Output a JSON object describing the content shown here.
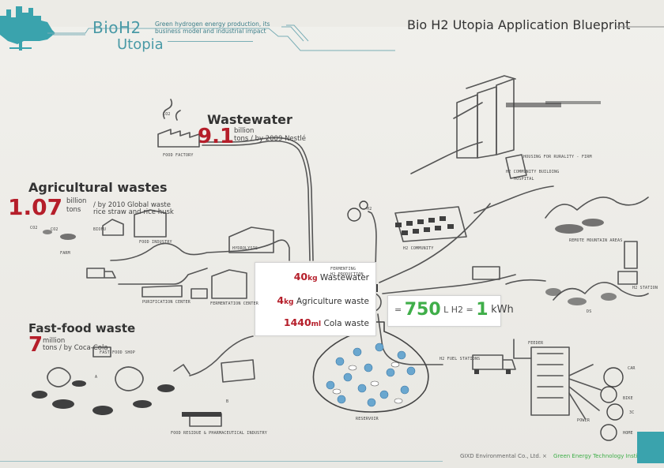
{
  "header": {
    "brand_main": "BioH2",
    "brand_tagline": "Green hydrogen energy production, its business model and industrial impact",
    "brand_utopia": "Utopia",
    "blueprint_title": "Bio H2 Utopia Application Blueprint"
  },
  "colors": {
    "accent_teal": "#3aa3ad",
    "number_red": "#b51e2a",
    "number_green": "#3fae49"
  },
  "stats": {
    "wastewater": {
      "title": "Wastewater",
      "number": "9.1",
      "unit_line1": "billion",
      "unit_line2": "tons / by 2009 Nestlé"
    },
    "agricultural": {
      "title": "Agricultural wastes",
      "number": "1.07",
      "unit_line1": "billion",
      "note_line1": "/ by 2010 Global waste",
      "unit_line2": "tons",
      "note_line2": "rice straw and rice husk"
    },
    "fastfood": {
      "title": "Fast-food waste",
      "number": "7",
      "unit_line1": "million",
      "unit_line2": "tons / by Coca-Cola"
    }
  },
  "inputs": [
    {
      "amount": "40",
      "unit": "kg",
      "label": "Wastewater"
    },
    {
      "amount": "4",
      "unit": "kg",
      "label": "Agriculture waste"
    },
    {
      "amount": "1440",
      "unit": "ml",
      "label": "Cola waste"
    }
  ],
  "equation": {
    "eq": "=",
    "h2_amount": "750",
    "h2_unit": "L H2 =",
    "kwh_amount": "1",
    "kwh_unit": "kWh"
  },
  "sketch_labels": {
    "food_factory": "FOOD FACTORY",
    "co2_top": "CO2",
    "co2_left": "CO2",
    "co2_left_b": "CO2",
    "farm": "FARM",
    "biofu": "BIOFU",
    "food_industry": "FOOD INDUSTRY",
    "hydrolysis": "HYDROLYSIS",
    "purification_center": "PURIFICATION CENTER",
    "fermentation_center": "FERMENTATION CENTER",
    "fermenting": "FERMENTING",
    "h2_production": "H2 PRODUCTION",
    "fast_food_shop": "FAST-FOOD SHOP",
    "food_residue": "FOOD RESIDUE & PHARMACEUTICAL INDUSTRY",
    "reservoir": "RESERVOIR",
    "h2_community": "H2 COMMUNITY",
    "h2_community_building": "H2 COMMUNITY BUILDING",
    "hospital": "HOSPITAL",
    "housing": "HOUSING FOR RURALITY - FIRM",
    "remote_mountain": "REMOTE MOUNTAIN AREAS",
    "h2_station": "H2 STATION",
    "ds": "DS",
    "h2_fuel_stations": "H2 FUEL STATIONS",
    "power": "POWER",
    "car": "CAR",
    "bike": "BIKE",
    "three_c": "3C",
    "home": "HOME",
    "feeder": "FEEDER",
    "h2_container": "H2",
    "route_a": "A",
    "route_b": "B"
  },
  "footer": {
    "company": "GIXD Environmental Co., Ltd.",
    "separator": "×",
    "partner": "Green Energy Technology Institute"
  }
}
